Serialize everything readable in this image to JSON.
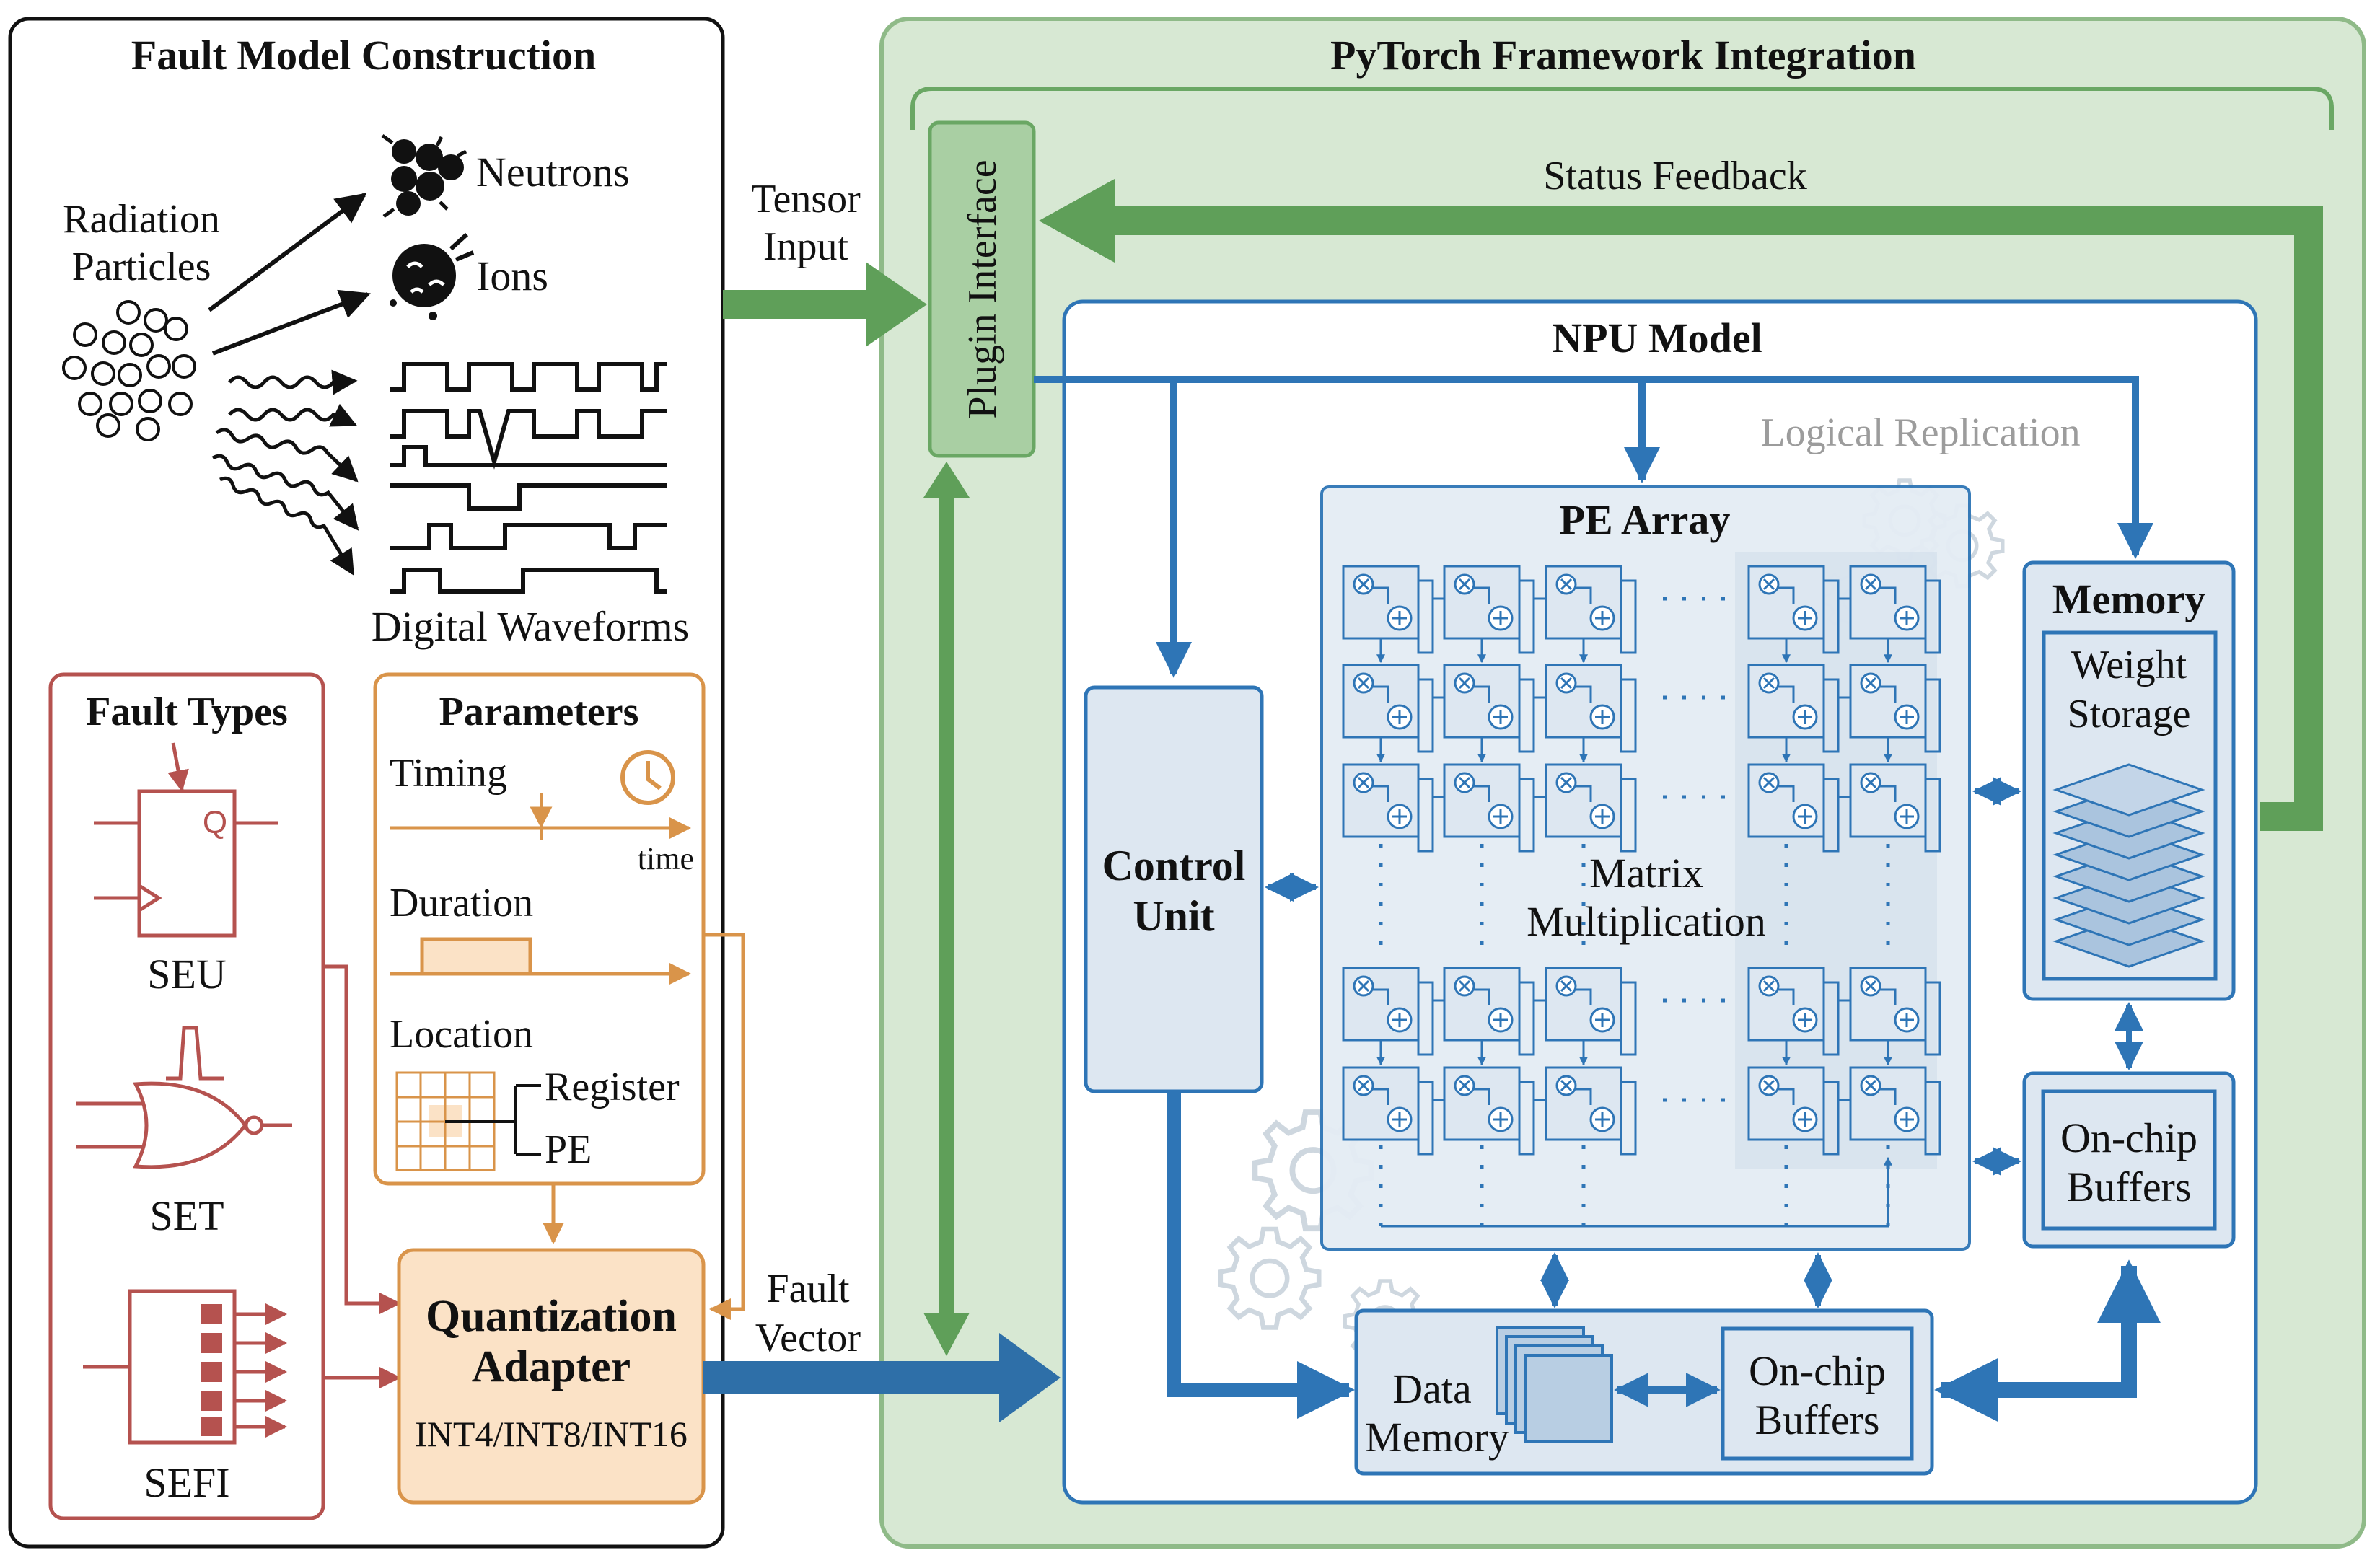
{
  "fault_model": {
    "title": "Fault Model Construction",
    "radiation_label_1": "Radiation",
    "radiation_label_2": "Particles",
    "neutrons": "Neutrons",
    "ions": "Ions",
    "waveforms": "Digital Waveforms"
  },
  "fault_types": {
    "title": "Fault Types",
    "seu": "SEU",
    "set": "SET",
    "sefi": "SEFI",
    "q_label": "Q"
  },
  "parameters": {
    "title": "Parameters",
    "timing": "Timing",
    "time": "time",
    "duration": "Duration",
    "location": "Location",
    "register": "Register",
    "pe": "PE"
  },
  "quant": {
    "line1": "Quantization",
    "line2": "Adapter",
    "formats": "INT4/INT8/INT16"
  },
  "io": {
    "tensor_1": "Tensor",
    "tensor_2": "Input",
    "fault_1": "Fault",
    "fault_2": "Vector"
  },
  "pytorch": {
    "title": "PyTorch Framework Integration",
    "plugin": "Plugin Interface",
    "status": "Status Feedback"
  },
  "npu": {
    "title": "NPU Model",
    "logical": "Logical Replication",
    "pe_array": "PE Array",
    "matrix_1": "Matrix",
    "matrix_2": "Multiplication",
    "control_1": "Control",
    "control_2": "Unit",
    "memory": "Memory",
    "weight_1": "Weight",
    "weight_2": "Storage",
    "buffers_1": "On-chip",
    "buffers_2": "Buffers",
    "data_1": "Data",
    "data_2": "Memory",
    "buf2_1": "On-chip",
    "buf2_2": "Buffers"
  },
  "colors": {
    "green_bg": "#d7e8d3",
    "green_border": "#6aa764",
    "green_arrow": "#5f9f59",
    "blue": "#2e75b6",
    "blue_box": "#dde7f1",
    "orange": "#d9944a",
    "orange_fill": "#fbe2c6",
    "red": "#b5524f"
  }
}
